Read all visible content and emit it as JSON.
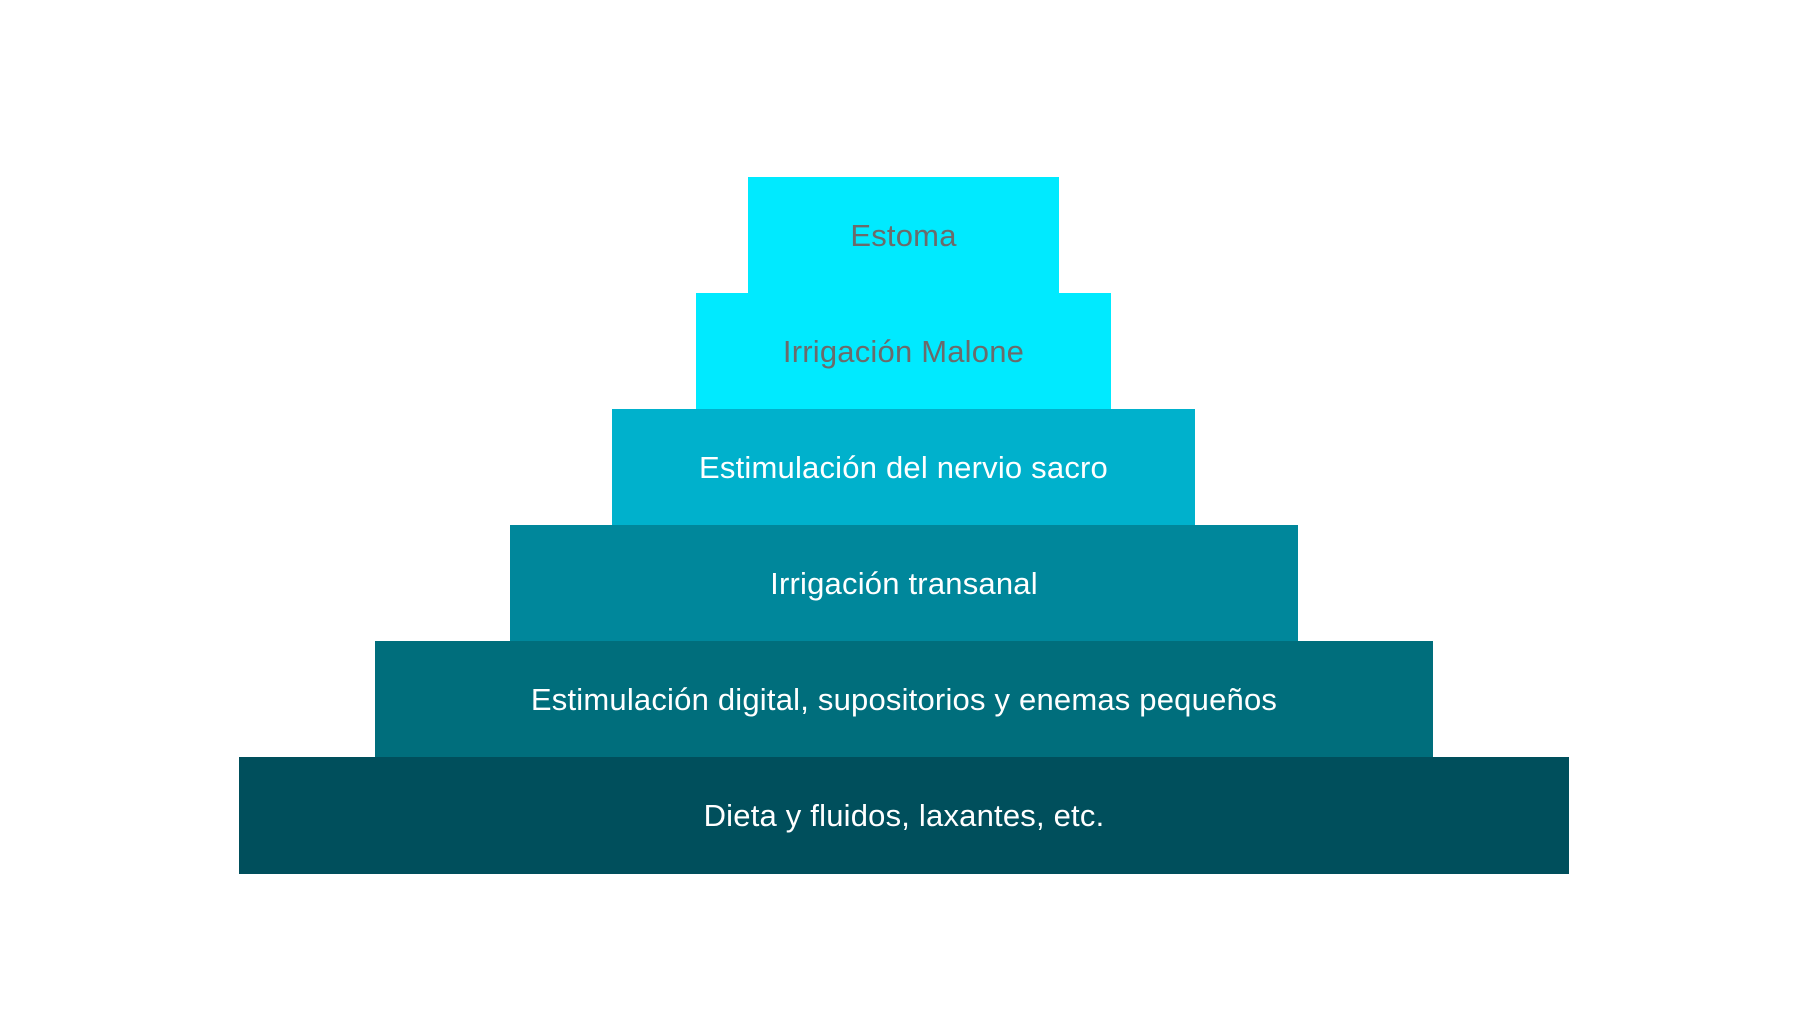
{
  "pyramid": {
    "levels": [
      {
        "label": "Estoma",
        "color": "#00EAFF",
        "text_color": "#6B6B6B"
      },
      {
        "label": "Irrigación Malone",
        "color": "#00EAFF",
        "text_color": "#6B6B6B"
      },
      {
        "label": "Estimulación del nervio sacro",
        "color": "#00B1CC",
        "text_color": "#FFFFFF"
      },
      {
        "label": "Irrigación transanal",
        "color": "#00879B",
        "text_color": "#FFFFFF"
      },
      {
        "label": "Estimulación digital, supositorios y enemas pequeños",
        "color": "#006E7C",
        "text_color": "#FFFFFF"
      },
      {
        "label": "Dieta y fluidos, laxantes, etc.",
        "color": "#004F5C",
        "text_color": "#FFFFFF"
      }
    ]
  }
}
